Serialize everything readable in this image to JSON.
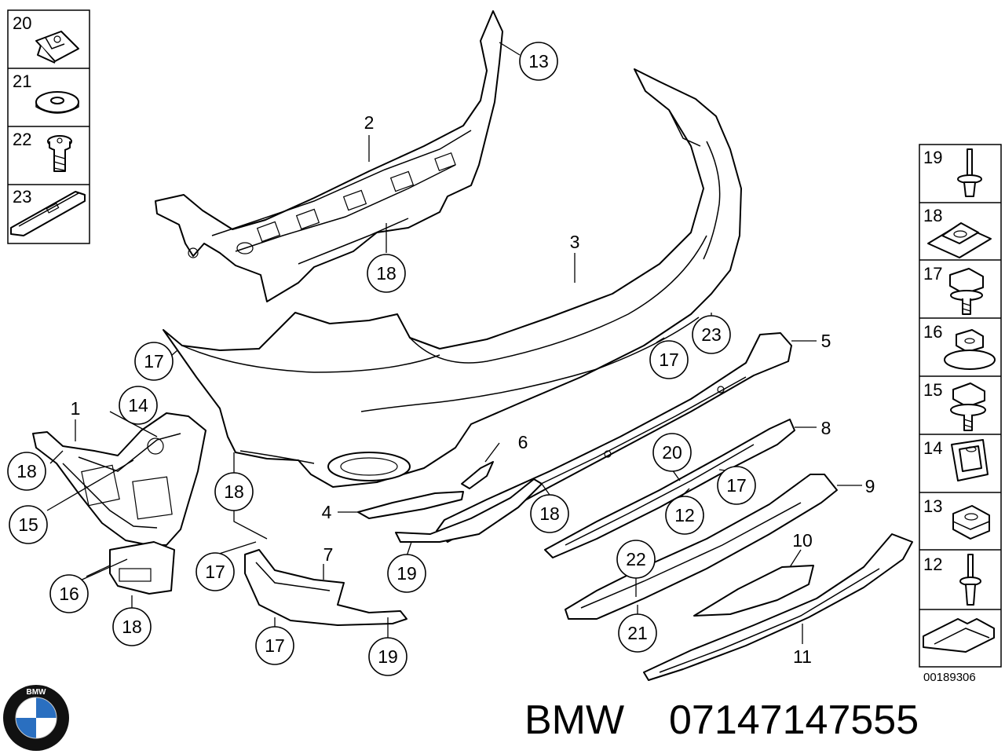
{
  "left_inset": [
    "20",
    "21",
    "22",
    "23"
  ],
  "right_inset": [
    "19",
    "18",
    "17",
    "16",
    "15",
    "14",
    "13",
    "12"
  ],
  "callouts": {
    "c13": "13",
    "c18_top": "18",
    "c17_a": "17",
    "c23": "23",
    "c17_b": "17",
    "c14": "14",
    "c18_left": "18",
    "c15": "15",
    "c16": "16",
    "c18_bl": "18",
    "c18_mid": "18",
    "c17_mid": "17",
    "c17_bottom": "17",
    "c19_bottom": "19",
    "c19_mid": "19",
    "c20": "20",
    "c17_right": "17",
    "c18_right": "18",
    "c12": "12",
    "c22": "22",
    "c21": "21"
  },
  "labels": {
    "p2": "2",
    "p3": "3",
    "p5": "5",
    "p1": "1",
    "p6": "6",
    "p8": "8",
    "p4": "4",
    "p9": "9",
    "p7": "7",
    "p10": "10",
    "p11": "11"
  },
  "diagram_ref": "00189306",
  "footer": {
    "brand": "BMW",
    "part_number": "07147147555"
  },
  "logo": {
    "letters": "BMW",
    "colors": {
      "ring": "#111111",
      "blue": "#2a6fc0",
      "white": "#ffffff"
    }
  }
}
